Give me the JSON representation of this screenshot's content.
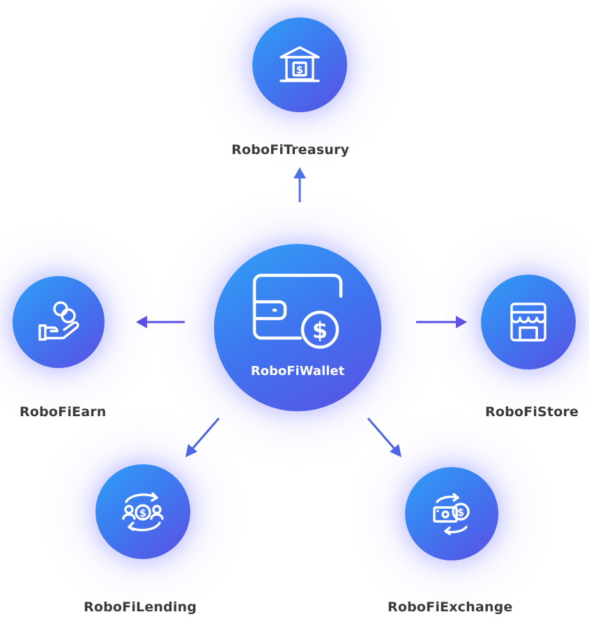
{
  "center": {
    "label": "RoboFiWallet",
    "icon": "wallet-dollar-icon"
  },
  "nodes": {
    "treasury": {
      "label": "RoboFiTreasury",
      "icon": "bank-dollar-icon"
    },
    "earn": {
      "label": "RoboFiEarn",
      "icon": "hand-coins-icon"
    },
    "store": {
      "label": "RoboFiStore",
      "icon": "storefront-icon"
    },
    "lending": {
      "label": "RoboFiLending",
      "icon": "users-exchange-dollar-icon"
    },
    "exchange": {
      "label": "RoboFiExchange",
      "icon": "cash-exchange-icon"
    }
  },
  "colors": {
    "node_gradient_start": "#2fa0f5",
    "node_gradient_end": "#5a4fe3",
    "arrow": "#5b4fd9",
    "label_text": "#3a3a3a"
  }
}
